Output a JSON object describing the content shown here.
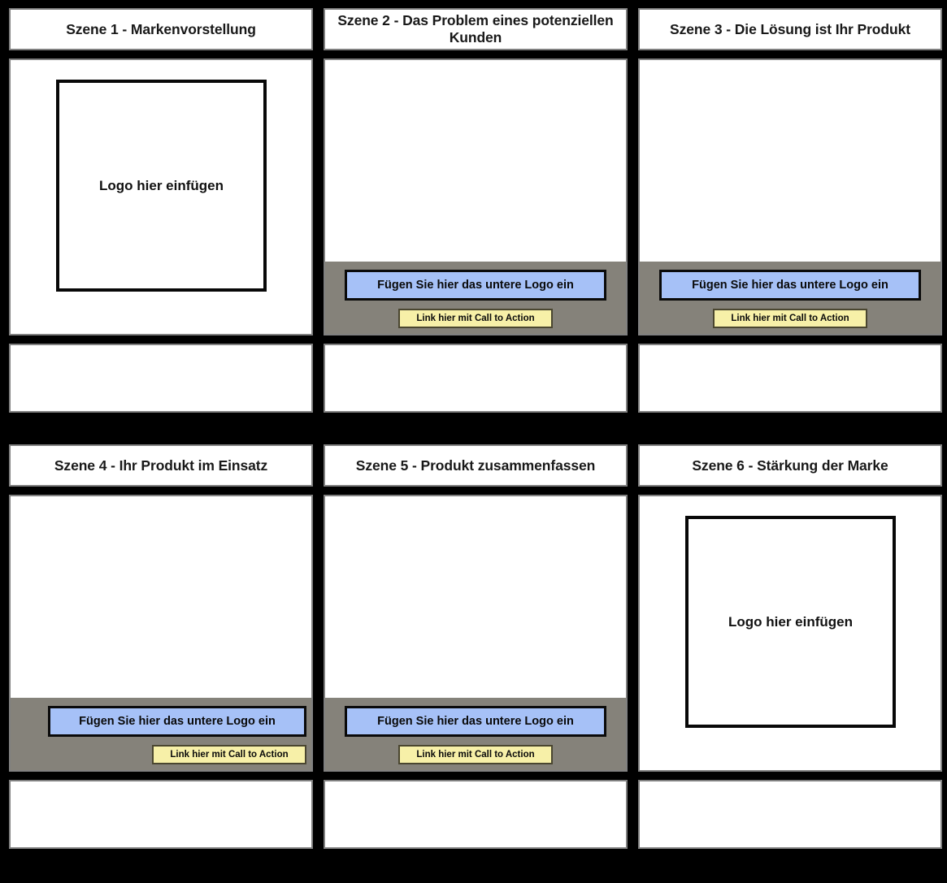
{
  "board": {
    "background_color": "#000000",
    "panel_border_color": "#808080",
    "footer_strip_color": "#85827a",
    "logo_button_color": "#a6c1f7",
    "cta_button_color": "#f7f0a8",
    "rows": 2,
    "columns": 3,
    "scene_count": 6
  },
  "labels": {
    "logo_placeholder": "Logo hier einfügen",
    "bottom_logo_button": "Fügen Sie hier das untere Logo ein",
    "cta_button": "Link hier mit Call to Action",
    "caption_empty": ""
  },
  "scenes": [
    {
      "index": 1,
      "title": "Szene 1 - Markenvorstellung",
      "has_logo_box": true,
      "has_footer_strip": false,
      "logo_label": "Logo hier einfügen",
      "bottom_logo_label": "",
      "cta_label": "",
      "caption": ""
    },
    {
      "index": 2,
      "title": "Szene 2 - Das Problem eines potenziellen Kunden",
      "has_logo_box": false,
      "has_footer_strip": true,
      "logo_label": "",
      "bottom_logo_label": "Fügen Sie hier das untere Logo ein",
      "cta_label": "Link hier mit Call to Action",
      "caption": ""
    },
    {
      "index": 3,
      "title": "Szene 3 - Die Lösung ist Ihr Produkt",
      "has_logo_box": false,
      "has_footer_strip": true,
      "logo_label": "",
      "bottom_logo_label": "Fügen Sie hier das untere Logo ein",
      "cta_label": "Link hier mit Call to Action",
      "caption": ""
    },
    {
      "index": 4,
      "title": "Szene 4 - Ihr Produkt im Einsatz",
      "has_logo_box": false,
      "has_footer_strip": true,
      "logo_label": "",
      "bottom_logo_label": "Fügen Sie hier das untere Logo ein",
      "cta_label": "Link hier mit Call to Action",
      "caption": ""
    },
    {
      "index": 5,
      "title": "Szene 5 - Produkt zusammenfassen",
      "has_logo_box": false,
      "has_footer_strip": true,
      "logo_label": "",
      "bottom_logo_label": "Fügen Sie hier das untere Logo ein",
      "cta_label": "Link hier mit Call to Action",
      "caption": ""
    },
    {
      "index": 6,
      "title": "Szene 6 - Stärkung der Marke",
      "has_logo_box": true,
      "has_footer_strip": false,
      "logo_label": "Logo hier einfügen",
      "bottom_logo_label": "",
      "cta_label": "",
      "caption": ""
    }
  ]
}
